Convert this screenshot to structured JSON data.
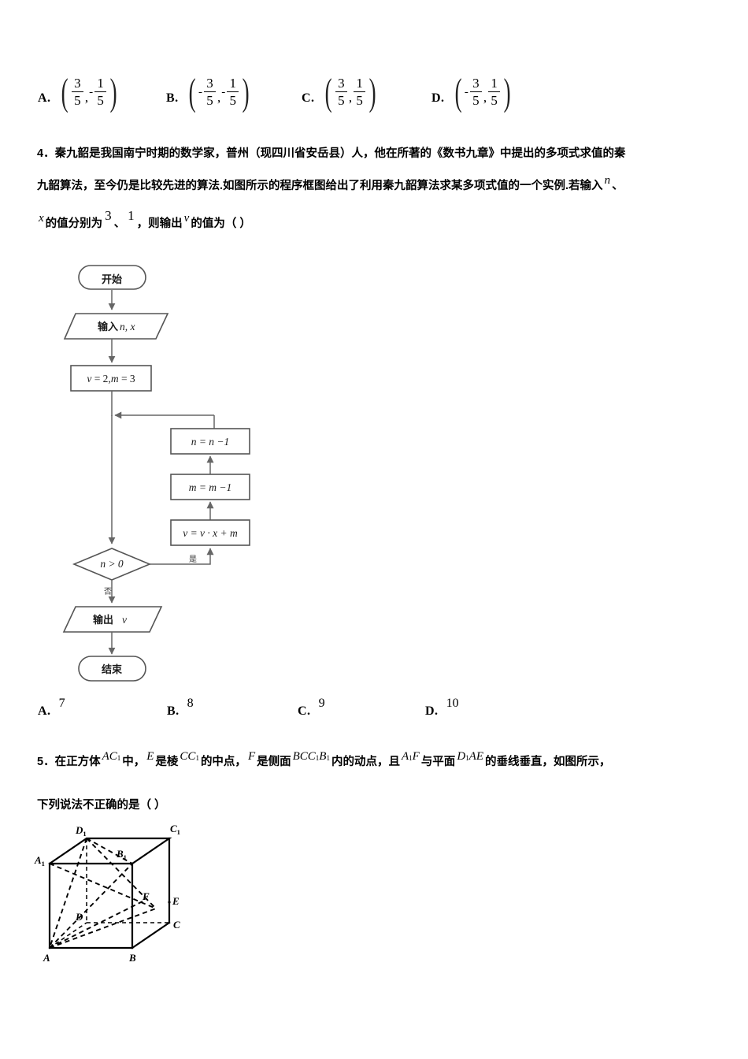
{
  "options_fraction": [
    {
      "letter": "A.",
      "neg_first": false,
      "neg_second": true,
      "n1": "3",
      "d1": "5",
      "n2": "1",
      "d2": "5"
    },
    {
      "letter": "B.",
      "neg_first": true,
      "neg_second": true,
      "n1": "3",
      "d1": "5",
      "n2": "1",
      "d2": "5"
    },
    {
      "letter": "C.",
      "neg_first": false,
      "neg_second": false,
      "n1": "3",
      "d1": "5",
      "n2": "1",
      "d2": "5"
    },
    {
      "letter": "D.",
      "neg_first": true,
      "neg_second": false,
      "n1": "3",
      "d1": "5",
      "n2": "1",
      "d2": "5"
    }
  ],
  "question4": {
    "line1": "4．秦九韶是我国南宁时期的数学家，普州（现四川省安岳县）人，他在所著的《数书九章》中提出的多项式求值的秦",
    "line2_a": "九韶算法，至今仍是比较先进的算法.如图所示的程序框图给出了利用秦九韶算法求某多项式值的一个实例.若输入",
    "line2_var": "n",
    "line2_b": "、",
    "line3_var": "x",
    "line3_a": "的值分别为",
    "line3_v1": "3",
    "line3_sep": "、",
    "line3_v2": "1",
    "line3_b": "，则输出",
    "line3_var2": "v",
    "line3_c": "的值为（   ）",
    "options": [
      {
        "letter": "A.",
        "value": "7"
      },
      {
        "letter": "B.",
        "value": "8"
      },
      {
        "letter": "C.",
        "value": "9"
      },
      {
        "letter": "D.",
        "value": "10"
      }
    ]
  },
  "flowchart": {
    "start": "开始",
    "input": "输入",
    "input_vars": "n, x",
    "init_v": "v",
    "init_eq1": " = 2,",
    "init_m": "m",
    "init_eq2": " = 3",
    "box_n": "n = n −1",
    "box_m": "m = m −1",
    "box_v": "v = v · x + m",
    "decision": "n > 0",
    "branch_yes": "是",
    "branch_no": "否",
    "output": "输出",
    "output_var": "v",
    "end": "结束"
  },
  "question5": {
    "prefix": "5．在正方体",
    "m1": "AC",
    "m1_sub": "1",
    "t1": "中，",
    "b1": "E",
    "t2": "是棱",
    "m2": "CC",
    "m2_sub": "1",
    "t3": "的中点，",
    "b2": "F",
    "t4": "是侧面",
    "m3": "BCC",
    "m3_sub": "1",
    "m3b": "B",
    "m3b_sub": "1",
    "t5": "内的动点，且",
    "m4": "A",
    "m4_sub": "1",
    "m4b": "F",
    "t6": "与平面",
    "m5": "D",
    "m5_sub": "1",
    "m5b": "AE",
    "t7": "的垂线垂直，如图所示，",
    "line2": "下列说法不正确的是（   ）"
  },
  "cube_labels": {
    "A": "A",
    "B": "B",
    "C": "C",
    "D": "D",
    "A1": "A",
    "A1sub": "1",
    "B1": "B",
    "B1sub": "1",
    "C1": "C",
    "C1sub": "1",
    "D1": "D",
    "D1sub": "1",
    "E": "E",
    "F": "F"
  }
}
